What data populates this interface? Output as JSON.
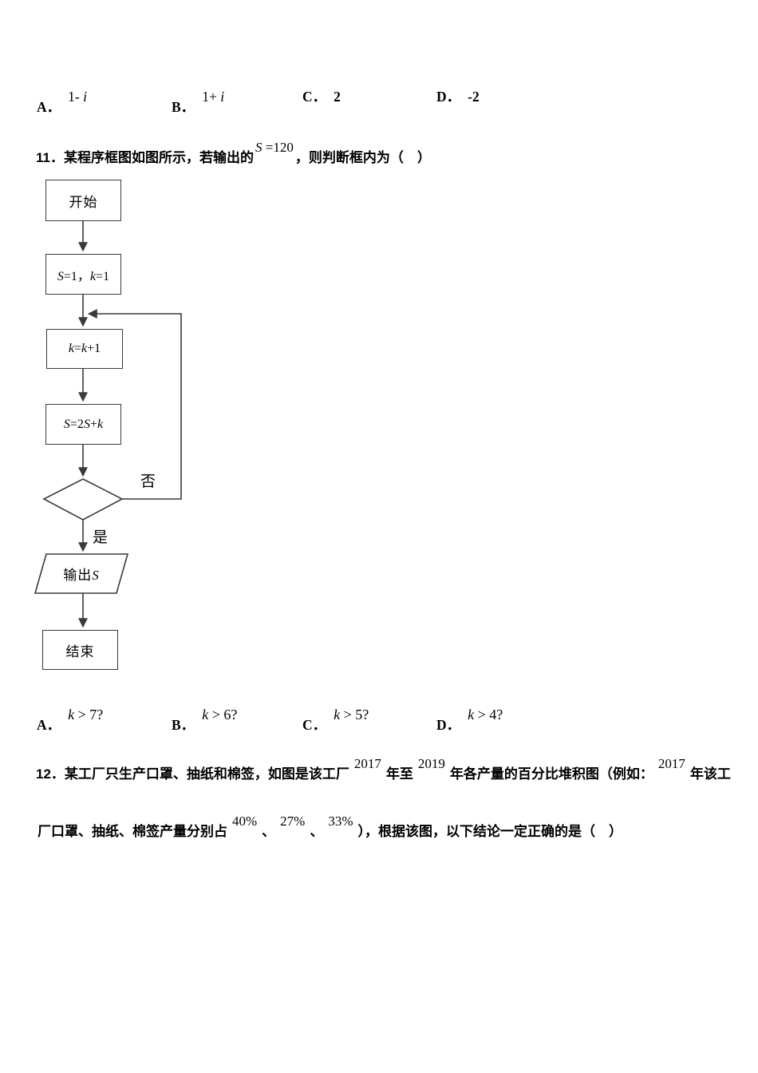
{
  "colors": {
    "background": "#ffffff",
    "text": "#000000",
    "flowchart_line": "#3a3a3a"
  },
  "prev_options": {
    "a": {
      "label": "A．",
      "value": [
        {
          "t": "1- "
        },
        {
          "t": "i",
          "i": true
        }
      ]
    },
    "b": {
      "label": "B．",
      "value": [
        {
          "t": "1+ "
        },
        {
          "t": "i",
          "i": true
        }
      ]
    },
    "c": {
      "label": "C．",
      "value": "2"
    },
    "d": {
      "label": "D．",
      "value": "-2"
    }
  },
  "q11": {
    "number": "11．",
    "text_before": "某程序框图如图所示，若输出的",
    "formula": [
      {
        "t": "S",
        "i": true
      },
      {
        "t": " =120"
      }
    ],
    "text_after": "，则判断框内为（　）"
  },
  "flowchart": {
    "start_label": "开始",
    "init_expr": [
      {
        "t": "S",
        "i": true
      },
      {
        "t": "=1，"
      },
      {
        "t": "k",
        "i": true
      },
      {
        "t": "=1"
      }
    ],
    "increment_expr": [
      {
        "t": "k",
        "i": true
      },
      {
        "t": "="
      },
      {
        "t": "k",
        "i": true
      },
      {
        "t": "+1"
      }
    ],
    "update_expr": [
      {
        "t": "S",
        "i": true
      },
      {
        "t": "=2"
      },
      {
        "t": "S",
        "i": true
      },
      {
        "t": "+"
      },
      {
        "t": "k",
        "i": true
      }
    ],
    "no_label": "否",
    "yes_label": "是",
    "output_expr": [
      {
        "t": "输出"
      },
      {
        "t": "S",
        "i": true
      }
    ],
    "end_label": "结束"
  },
  "q11_options": {
    "a": {
      "label": "A．",
      "value": [
        {
          "t": "k ",
          "i": true
        },
        {
          "t": "> 7?"
        }
      ]
    },
    "b": {
      "label": "B．",
      "value": [
        {
          "t": "k ",
          "i": true
        },
        {
          "t": "> 6?"
        }
      ]
    },
    "c": {
      "label": "C．",
      "value": [
        {
          "t": "k ",
          "i": true
        },
        {
          "t": "> 5?"
        }
      ]
    },
    "d": {
      "label": "D．",
      "value": [
        {
          "t": "k ",
          "i": true
        },
        {
          "t": "> 4?"
        }
      ]
    }
  },
  "q12": {
    "line1": {
      "number": "12．",
      "seg1": "某工厂只生产口罩、抽纸和棉签，如图是该工厂",
      "year1": "2017",
      "seg2": "年至",
      "year2": "2019",
      "seg3": "年各产量的百分比堆积图（例如：",
      "year3": "2017",
      "seg4": "年该工"
    },
    "line2": {
      "seg1": "厂口罩、抽纸、棉签产量分别占",
      "pct1": "40%",
      "sep1": "、",
      "pct2": "27%",
      "sep2": "、",
      "pct3": "33%",
      "seg2": "），根据该图，以下结论一定正确的是（　）"
    }
  }
}
